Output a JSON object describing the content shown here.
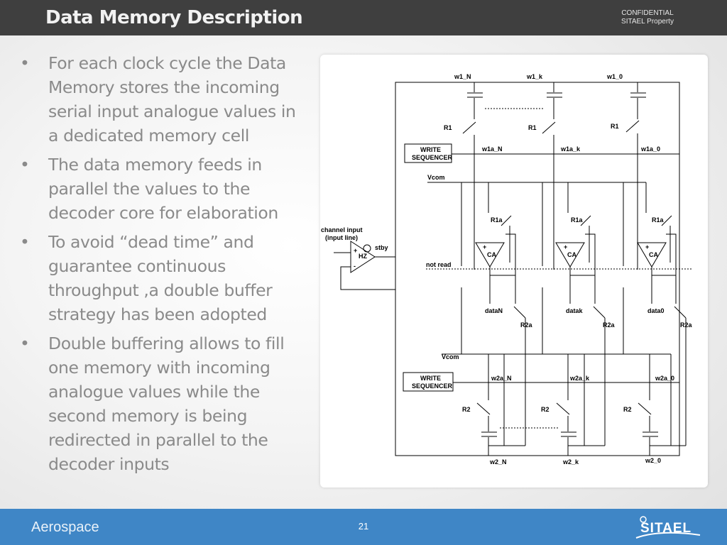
{
  "header": {
    "title": "Data Memory Description",
    "confidential_line1": "CONFIDENTIAL",
    "confidential_line2": "SITAEL Property"
  },
  "bullets": [
    "For each clock cycle the Data Memory stores the incoming serial input analogue values in a dedicated memory cell",
    "The data memory feeds in parallel the values to the decoder core for elaboration",
    "To avoid “dead time” and guarantee continuous throughput ,a double buffer strategy has been adopted",
    "Double buffering allows to fill one memory with incoming analogue values while the second memory is being redirected in parallel to the decoder inputs"
  ],
  "diagram": {
    "top_word_lines": [
      "w1_N",
      "w1_k",
      "w1_0"
    ],
    "r1_labels": [
      "R1",
      "R1",
      "R1"
    ],
    "write_sequencer_line1": "WRITE",
    "write_sequencer_line2": "SEQUENCER",
    "w1a_labels": [
      "w1a_N",
      "w1a_k",
      "w1a_0"
    ],
    "vcom": "Vcom",
    "r1a_labels": [
      "R1a",
      "R1a",
      "R1a"
    ],
    "channel_input_line1": "channel input",
    "channel_input_line2": "(input line)",
    "stby": "stby",
    "hz": "HZ",
    "ca": "CA",
    "not_read": "not read",
    "data_labels": [
      "dataN",
      "datak",
      "data0"
    ],
    "r2a_labels": [
      "R2a",
      "R2a",
      "R2a"
    ],
    "vcom2": "Vcom",
    "w2a_labels": [
      "w2a_N",
      "w2a_k",
      "w2a_0"
    ],
    "r2_labels": [
      "R2",
      "R2",
      "R2"
    ],
    "bottom_word_lines": [
      "w2_N",
      "w2_k",
      "w2_0"
    ]
  },
  "footer": {
    "brand": "Aerospace",
    "page_number": "21",
    "logo": "SITAEL"
  }
}
